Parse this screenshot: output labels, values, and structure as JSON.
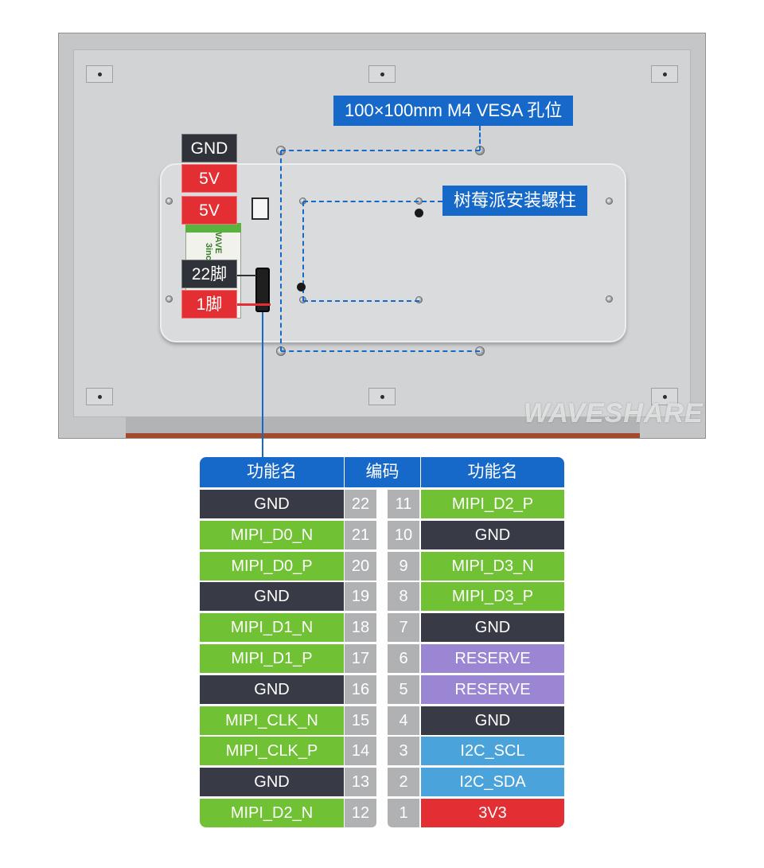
{
  "callouts": {
    "vesa": "100×100mm M4 VESA 孔位",
    "rpi_standoffs": "树莓派安装螺柱"
  },
  "pin_labels": {
    "gnd": "GND",
    "v5_top": "5V",
    "v5_bottom": "5V",
    "pin22": "22脚",
    "pin1": "1脚"
  },
  "watermark": "WAVESHARE",
  "table": {
    "headers": [
      "功能名",
      "编码",
      "功能名"
    ],
    "left": [
      {
        "name": "GND",
        "pin": "22"
      },
      {
        "name": "MIPI_D0_N",
        "pin": "21"
      },
      {
        "name": "MIPI_D0_P",
        "pin": "20"
      },
      {
        "name": "GND",
        "pin": "19"
      },
      {
        "name": "MIPI_D1_N",
        "pin": "18"
      },
      {
        "name": "MIPI_D1_P",
        "pin": "17"
      },
      {
        "name": "GND",
        "pin": "16"
      },
      {
        "name": "MIPI_CLK_N",
        "pin": "15"
      },
      {
        "name": "MIPI_CLK_P",
        "pin": "14"
      },
      {
        "name": "GND",
        "pin": "13"
      },
      {
        "name": "MIPI_D2_N",
        "pin": "12"
      }
    ],
    "right": [
      {
        "name": "MIPI_D2_P",
        "pin": "11"
      },
      {
        "name": "GND",
        "pin": "10"
      },
      {
        "name": "MIPI_D3_N",
        "pin": "9"
      },
      {
        "name": "MIPI_D3_P",
        "pin": "8"
      },
      {
        "name": "GND",
        "pin": "7"
      },
      {
        "name": "RESERVE",
        "pin": "6"
      },
      {
        "name": "RESERVE",
        "pin": "5"
      },
      {
        "name": "GND",
        "pin": "4"
      },
      {
        "name": "I2C_SCL",
        "pin": "3"
      },
      {
        "name": "I2C_SDA",
        "pin": "2"
      },
      {
        "name": "3V3",
        "pin": "1"
      }
    ]
  },
  "colors": {
    "header": "#1769c9",
    "gnd": "#383b45",
    "mipi": "#70c234",
    "reserve": "#9a86d3",
    "i2c": "#4aa3da",
    "power": "#e32e33",
    "pin_number": "#b0b1b3"
  }
}
